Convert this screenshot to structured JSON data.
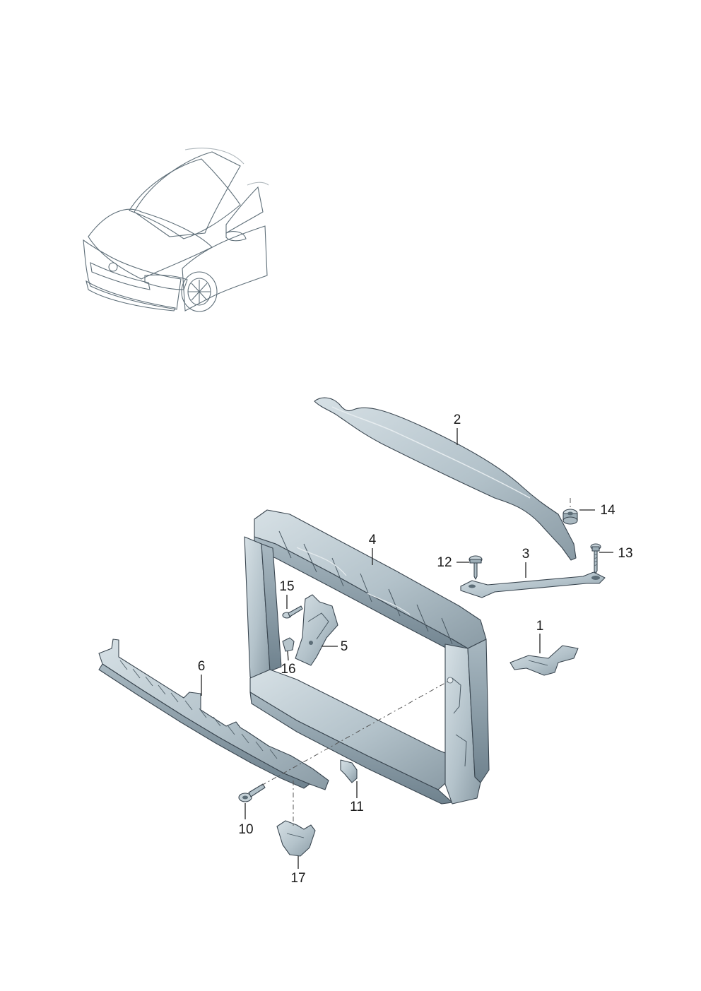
{
  "callouts": [
    {
      "id": "1",
      "label": "1"
    },
    {
      "id": "2",
      "label": "2"
    },
    {
      "id": "3",
      "label": "3"
    },
    {
      "id": "4",
      "label": "4"
    },
    {
      "id": "5",
      "label": "5"
    },
    {
      "id": "6",
      "label": "6"
    },
    {
      "id": "10",
      "label": "10"
    },
    {
      "id": "11",
      "label": "11"
    },
    {
      "id": "12",
      "label": "12"
    },
    {
      "id": "13",
      "label": "13"
    },
    {
      "id": "14",
      "label": "14"
    },
    {
      "id": "15",
      "label": "15"
    },
    {
      "id": "16",
      "label": "16"
    },
    {
      "id": "17",
      "label": "17"
    }
  ],
  "colors": {
    "part_fill": "#b3c2ca",
    "part_dark": "#8798a3",
    "part_light": "#d4dee3",
    "outline": "#3a4650",
    "car_glass": "#7f9aa6"
  }
}
